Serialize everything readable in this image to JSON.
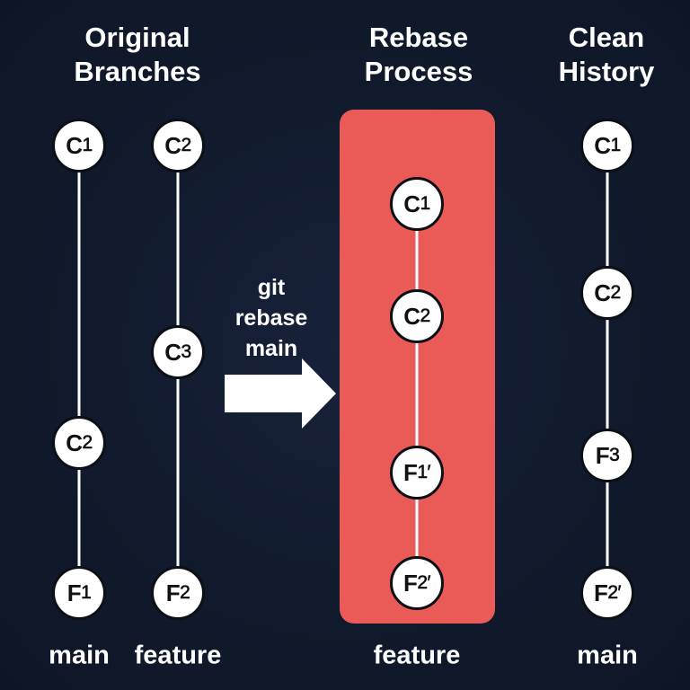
{
  "colors": {
    "background": "#131c2e",
    "panel": "#ea5b58",
    "node_fill": "#ffffff",
    "node_stroke": "#0c0f16",
    "line": "#ffffff",
    "text": "#ffffff"
  },
  "sections": {
    "original": {
      "title_line1": "Original",
      "title_line2": "Branches",
      "branches": [
        {
          "name": "main",
          "commits": [
            {
              "label": "C",
              "sub": "1"
            },
            {
              "label": "C",
              "sub": "2"
            },
            {
              "label": "F",
              "sub": "1"
            }
          ]
        },
        {
          "name": "feature",
          "commits": [
            {
              "label": "C",
              "sub": "2"
            },
            {
              "label": "C",
              "sub": "3"
            },
            {
              "label": "F",
              "sub": "2"
            }
          ]
        }
      ]
    },
    "command": {
      "line1": "git",
      "line2": "rebase",
      "line3": "main",
      "icon": "right-arrow-icon"
    },
    "rebase": {
      "title_line1": "Rebase",
      "title_line2": "Process",
      "branch": {
        "name": "feature",
        "commits": [
          {
            "label": "C",
            "sub": "1"
          },
          {
            "label": "C",
            "sub": "2"
          },
          {
            "label": "F",
            "sub": "1′"
          },
          {
            "label": "F",
            "sub": "2′"
          }
        ]
      }
    },
    "clean": {
      "title_line1": "Clean",
      "title_line2": "History",
      "branch": {
        "name": "main",
        "commits": [
          {
            "label": "C",
            "sub": "1"
          },
          {
            "label": "C",
            "sub": "2"
          },
          {
            "label": "F",
            "sub": "3"
          },
          {
            "label": "F",
            "sub": "2′"
          }
        ]
      }
    }
  }
}
